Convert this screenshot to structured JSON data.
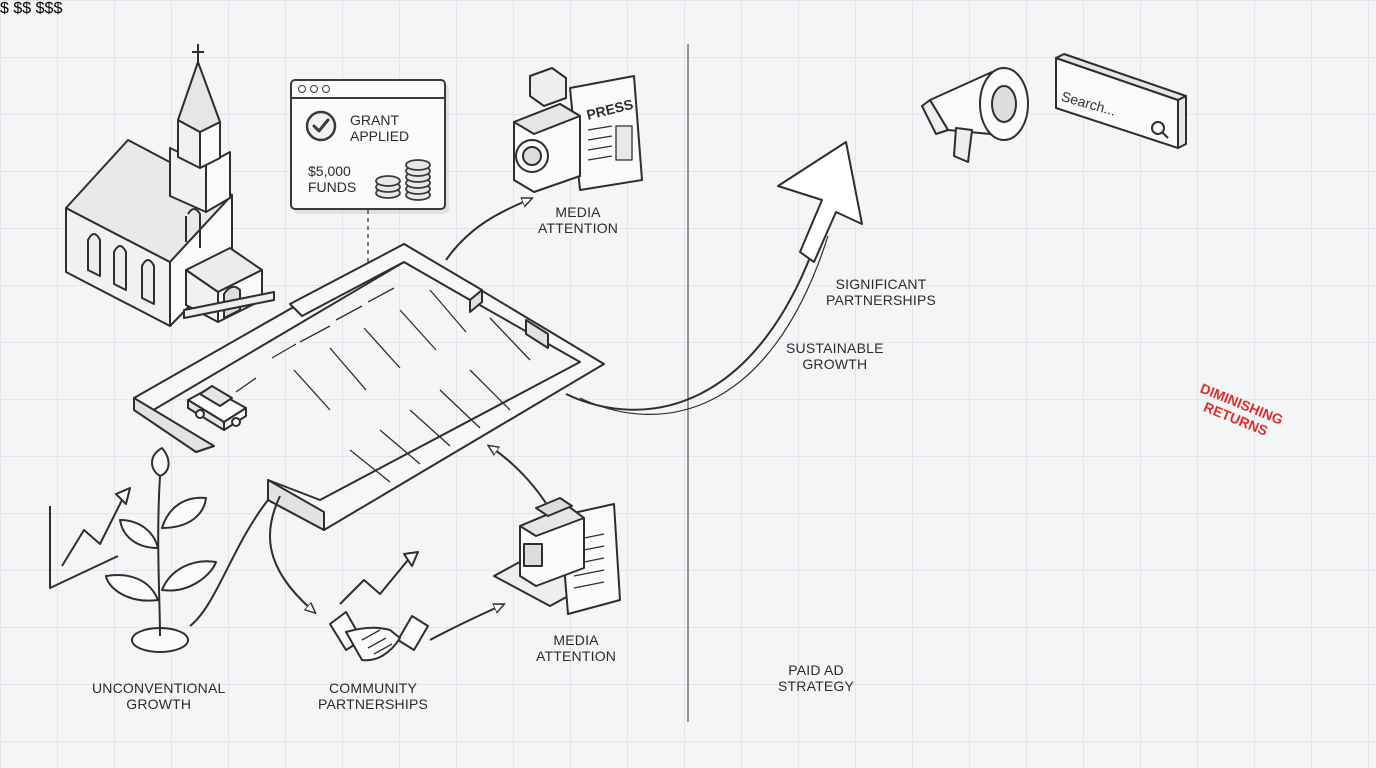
{
  "grant_card": {
    "status_line1": "GRANT",
    "status_line2": "APPLIED",
    "amount": "$5,000",
    "amount_caption": "FUNDS"
  },
  "press_badge": "PRESS",
  "search_placeholder": "Search...",
  "labels": {
    "media_attention_top": [
      "MEDIA",
      "ATTENTION"
    ],
    "media_attention_bottom": [
      "MEDIA",
      "ATTENTION"
    ],
    "unconventional_growth": [
      "UNCONVENTIONAL",
      "GROWTH"
    ],
    "community_partnerships": [
      "COMMUNITY",
      "PARTNERSHIPS"
    ],
    "significant_partnerships": [
      "SIGNIFICANT",
      "PARTNERSHIPS"
    ],
    "sustainable_growth": [
      "SUSTAINABLE",
      "GROWTH"
    ],
    "paid_ad_strategy": [
      "PAID AD",
      "STRATEGY"
    ],
    "diminishing_returns": [
      "DIMINISHING",
      "RETURNS"
    ]
  },
  "colors": {
    "line": "#2e2e2e",
    "warning": "#d9302e",
    "background": "#f4f5f7"
  }
}
